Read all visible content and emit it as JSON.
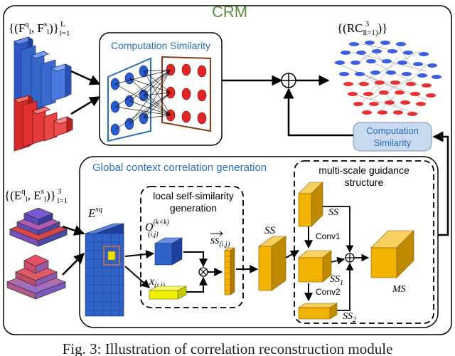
{
  "title": "CRM",
  "inputs": {
    "multi_level_features": "{(F",
    "multi_level_features_sup": "q",
    "multi_level_features_mid": ", F",
    "multi_level_features_sup2": "s",
    "multi_level_features_end": ")}",
    "multi_level_features_range": "L",
    "multi_level_features_idx": "l=1",
    "enhanced_features": "{(E",
    "enhanced_features_sup": "q",
    "enhanced_features_mid": ", E",
    "enhanced_features_sup2": "s",
    "enhanced_features_end": ")}",
    "enhanced_features_range": "3",
    "enhanced_features_idx": "l=1"
  },
  "output": {
    "label": "{(RC",
    "label_end": ")}",
    "label_range": "3",
    "label_idx": "l=1)"
  },
  "computation_similarity_top": "Computation Similarity",
  "computation_similarity_side": [
    "Computation",
    "Similarity"
  ],
  "global_context": {
    "title": "Global context correlation generation",
    "esq_label": "E",
    "esq_sup": "sq",
    "local_self_similarity": {
      "title": [
        "local self-similarity",
        "generation"
      ],
      "o_label": "O",
      "o_sup": "(k×k)",
      "o_sub": "(i,j)",
      "x_label": "x",
      "x_sub": "(i,j)",
      "ss_label": "ss",
      "ss_sub": "(i,j)"
    },
    "ss_label": "SS",
    "multi_scale": {
      "title": [
        "multi-scale guidance",
        "structure"
      ],
      "ss": "SS",
      "ss1": "SS",
      "ss1_sub": "1",
      "ss2": "SS",
      "ss2_sub": "2",
      "conv1": "Conv1",
      "conv2": "Conv2",
      "ms": "MS"
    }
  },
  "caption": "Fig. 3: Illustration of correlation reconstruction module",
  "colors": {
    "crm_green": "#5b8f3e",
    "blue_text": "#2a6fc0",
    "blue_block": "#3566c9",
    "red_block": "#e23030",
    "gold_block": "#f2b200",
    "yellow_block": "#f0f000",
    "side_box": "#c9d9ef"
  }
}
